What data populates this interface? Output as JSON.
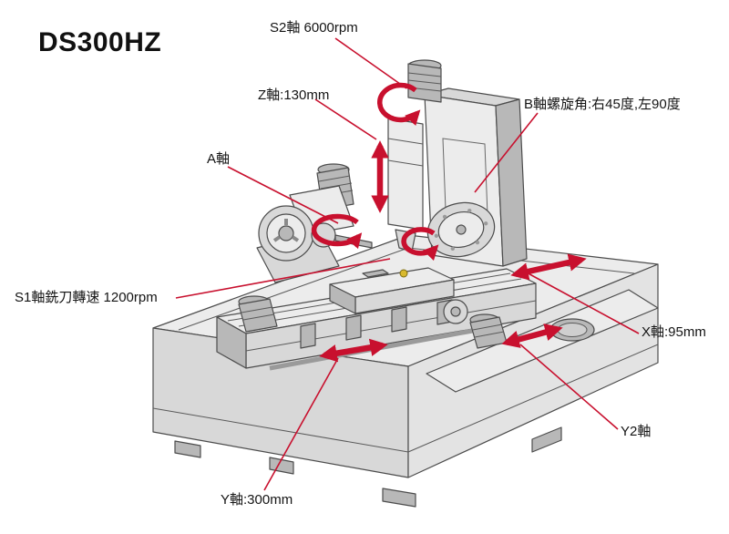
{
  "title": "DS300HZ",
  "annotations": {
    "s2": {
      "label": "S2軸 6000rpm"
    },
    "z": {
      "label": "Z軸:130mm"
    },
    "b": {
      "label": "B軸螺旋角:右45度,左90度"
    },
    "a": {
      "label": "A軸"
    },
    "s1": {
      "label": "S1軸銑刀轉速 1200rpm"
    },
    "x": {
      "label": "X軸:95mm"
    },
    "y2": {
      "label": "Y2軸"
    },
    "y": {
      "label": "Y軸:300mm"
    }
  },
  "colors": {
    "accent": "#c8102e",
    "background": "#ffffff",
    "text": "#141414",
    "machine_light": "#ececec",
    "machine_mid": "#d8d8d8",
    "machine_dark": "#b8b8b8",
    "outline": "#4c4c4c"
  }
}
